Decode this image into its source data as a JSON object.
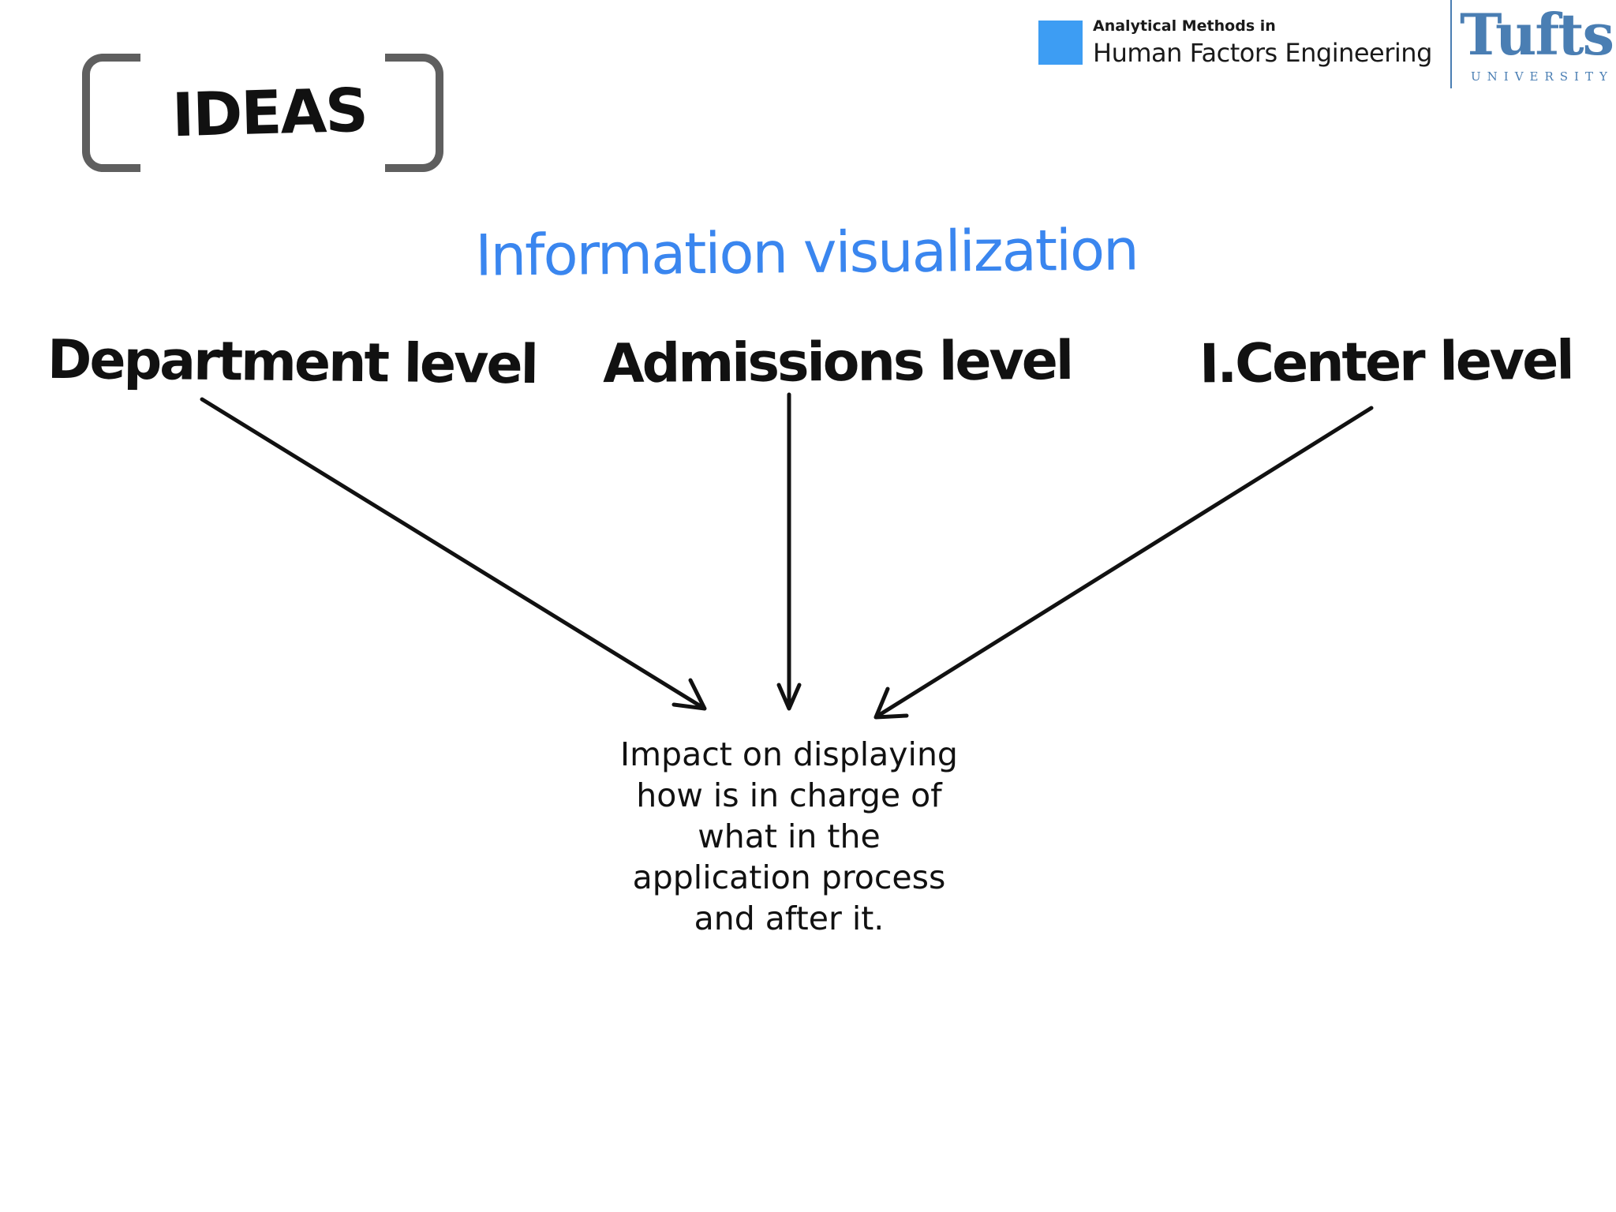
{
  "branding": {
    "subtitle": "Analytical Methods in",
    "title": "Human Factors Engineering",
    "university_name": "Tufts",
    "university_sub": "UNIVERSITY",
    "accent_color": "#3d9df3",
    "tufts_color": "#4a7eb3"
  },
  "tag": {
    "label": "IDEAS"
  },
  "title": "Information visualization",
  "diagram": {
    "levels": [
      {
        "label": "Department level"
      },
      {
        "label": "Admissions level"
      },
      {
        "label": "I.Center level"
      }
    ],
    "target": {
      "lines": [
        "Impact on displaying",
        "how is in charge of",
        "what in the",
        "application process",
        "and after it."
      ]
    }
  },
  "colors": {
    "title": "#3a86ef",
    "text": "#111111",
    "bracket": "#5f5f5f"
  }
}
